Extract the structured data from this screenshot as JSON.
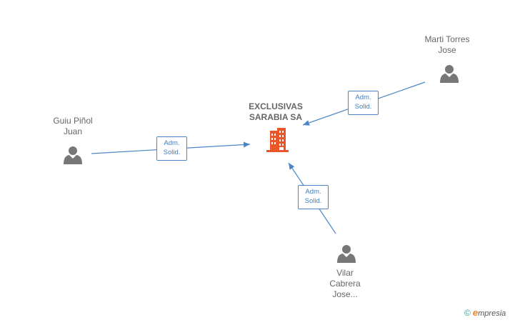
{
  "company": {
    "line1": "EXCLUSIVAS",
    "line2": "SARABIA SA",
    "color": "#e8562a"
  },
  "people": [
    {
      "line1": "Guiu Piñol",
      "line2": "Juan",
      "line3": ""
    },
    {
      "line1": "Marti Torres",
      "line2": "Jose",
      "line3": ""
    },
    {
      "line1": "Vilar",
      "line2": "Cabrera",
      "line3": "Jose..."
    }
  ],
  "relations": [
    {
      "line1": "Adm.",
      "line2": "Solid."
    },
    {
      "line1": "Adm.",
      "line2": "Solid."
    },
    {
      "line1": "Adm.",
      "line2": "Solid."
    }
  ],
  "colors": {
    "edge": "#4a86c8",
    "person": "#777777",
    "text": "#666666"
  },
  "icons": {
    "company": "building-icon",
    "person": "person-icon"
  },
  "footer": {
    "copyright": "©",
    "brand_first": "e",
    "brand_rest": "mpresia"
  }
}
